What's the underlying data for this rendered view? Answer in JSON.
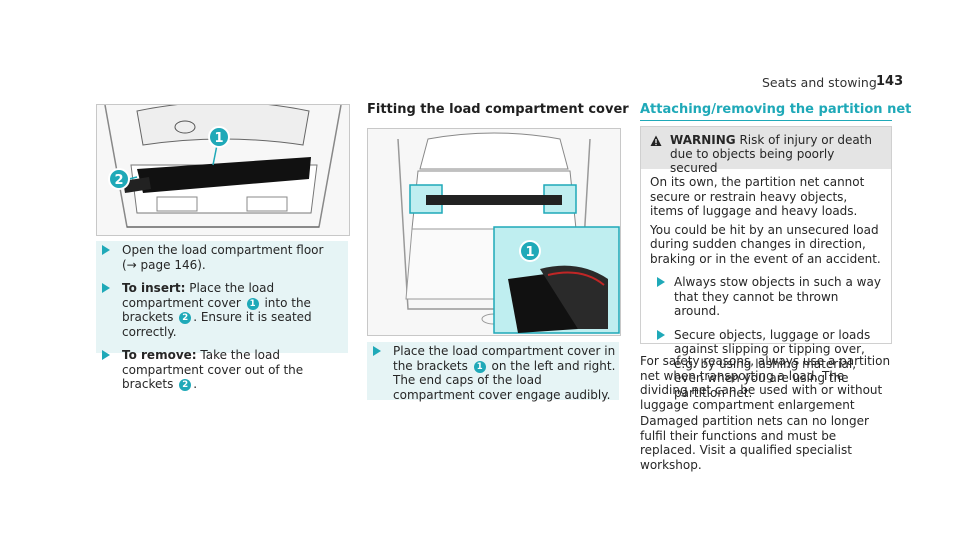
{
  "header": {
    "title": "Seats and stowing",
    "page_number": "143"
  },
  "left_column": {
    "figure_icon": "trunk-floor-brackets-illustration",
    "callouts": [
      "1",
      "2"
    ],
    "steps": [
      {
        "text_a": "Open the load compartment floor",
        "text_b": "(→ page 146)."
      },
      {
        "bold": "To insert:",
        "text_a": " Place the load compartment cover",
        "num1": "1",
        "text_b": " into the brackets ",
        "num2": "2",
        "text_c": ". Ensure it is seated correctly."
      },
      {
        "bold": "To remove:",
        "text_a": " Take the load compartment cover out of the brackets ",
        "num1": "2",
        "text_b": "."
      }
    ]
  },
  "middle_column": {
    "heading": "Fitting the load compartment cover",
    "figure_icon": "trunk-cover-fitting-illustration",
    "callout": "1",
    "step": {
      "text_a": "Place the load compartment cover in the brackets ",
      "num1": "1",
      "text_b": " on the left and right. The end caps of the load compartment cover engage audibly."
    }
  },
  "right_column": {
    "heading": "Attaching/removing the partition net",
    "warning": {
      "label": "WARNING",
      "text": " Risk of injury or death due to objects being poorly secured",
      "body1": "On its own, the partition net cannot secure or restrain heavy objects, items of luggage and heavy loads.",
      "body2": "You could be hit by an unsecured load during sudden changes in direction, braking or in the event of an accident.",
      "bullet1": "Always stow objects in such a way that they cannot be thrown around.",
      "bullet2": "Secure objects, luggage or loads against slipping or tipping over, e.g. by using lashing material, even when you are using the partition net."
    },
    "para1": "For safety reasons, always use a partition net when transporting a load. The dividing net can be used with or without luggage compartment enlargement",
    "para2": "Damaged partition nets can no longer fulfil their functions and must be replaced. Visit a qualified specialist workshop."
  },
  "colors": {
    "accent": "#1fa9b8",
    "step_bg": "#e6f4f5",
    "warning_bg": "#e4e4e4"
  }
}
